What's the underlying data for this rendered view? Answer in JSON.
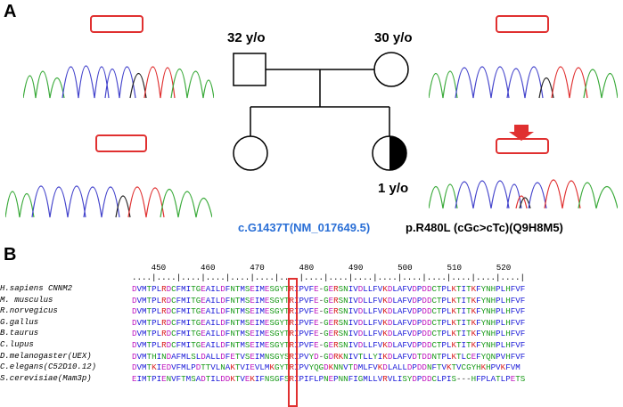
{
  "panel_a": {
    "label": "A",
    "father_age": "32 y/o",
    "mother_age": "30 y/o",
    "proband_age": "1 y/o",
    "cdna_variant": "c.G1437T(NM_017649.5)",
    "protein_variant": "p.R480L (cGc>cTc)(Q9H8M5)",
    "colors": {
      "accent_blue": "#2a6fd6",
      "highlight_red": "#e03030"
    }
  },
  "panel_b": {
    "label": "B",
    "ruler_numbers": [
      "450",
      "460",
      "470",
      "480",
      "490",
      "500",
      "510",
      "520"
    ],
    "ruler_dots": "....|....|....|....|....|....|....|....|....|....|....|....|....|....|....|....|",
    "species": [
      "H.sapiens CNNM2",
      "M. musculus",
      "R.norvegicus",
      "G.gallus",
      "B.taurus",
      "C.lupus",
      "D.melanogaster(UEX)",
      "C.elegans(C52D10.12)",
      "S.cerevisiae(Mam3p)"
    ],
    "sequences": [
      "DVMTPLRDCFMITGEAILDFNTMSEIMESGYTRIPVFE-GERSNIVDLLFVKDLAFVDPDDCTPLKTITKFYNHPLHFVF",
      "DVMTPLRDCFMITGEAILDFNTMSEIMESGYTRIPVFE-GERSNIVDLLFVKDLAFVDPDDCTPLKTITKFYNHPLHFVF",
      "DVMTPLRDCFMITGEAILDFNTMSEIMESGYTRIPVFE-GERSNIVDLLFVKDLAFVDPDDCTPLKTITKFYNHPLHFVF",
      "DVMTPLRDCFMITGEAILDFNTMSEIMESGYTRIPVFE-GERSNIVDLLFVKDLAFVDPDDCTPLKTITKFYNHPLHFVF",
      "DVMTPLRDCFMITGEAILDFNTMSEIMESGYTRIPVFE-GERSNIVDLLFVKDLAFVDPDDCTPLKTITKFYNHPLHFVF",
      "DVMTPLRDCFMITGEAILDFNTMSEIMESGYTRIPVFE-GERSNIVDLLFVKDLAFVDPDDCTPLKTITKFYNHPLHFVF",
      "DVMTHINDAFMLSLDALLDFETVSEIMNSGYSRIPVYD-GDRKNIVTLLYIKDLAFVDTDDNTPLKTLCEFYQNPVHFVF",
      "DVMTKIEDVFMLPDTTVLNAKTVIEVLMKGYTRIPVYQGDKNNVTDMLFVKDLALLDPDDNFTVKTVCGYHKHPVKFVM",
      "EIMTPIENVFTMSADTILDDKTVEKIFNSGFSRIPIFLPNEPNNFIGMLLVRVLISYDPDDCLPIS---HFPLATLPETS"
    ]
  }
}
